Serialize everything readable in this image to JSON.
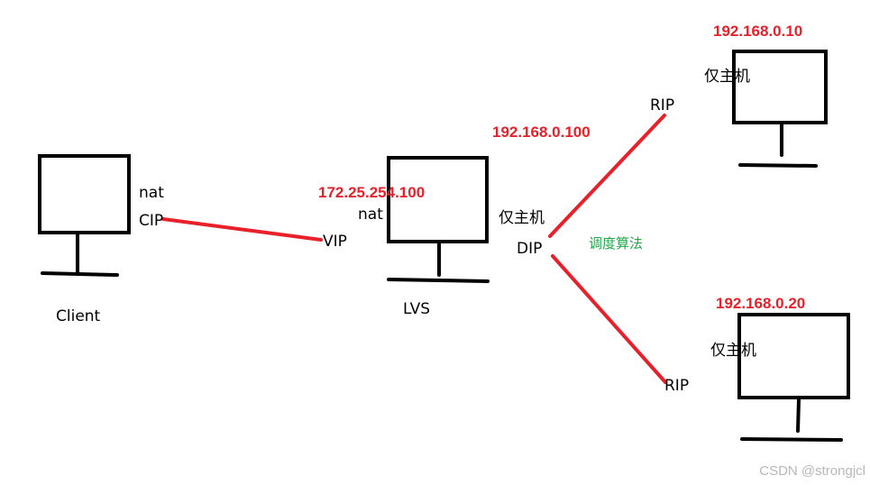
{
  "colors": {
    "stroke": "#000000",
    "link": "#e8202a",
    "ip": "#e8202a",
    "algorithm": "#1fa84a",
    "watermark": "#b8b8b8"
  },
  "client": {
    "label": "Client",
    "mode": "nat",
    "ip_label": "CIP"
  },
  "lvs": {
    "label": "LVS",
    "mode": "nat",
    "vip_label": "VIP",
    "vip_address": "172.25.254.100",
    "dip_label": "DIP",
    "dip_address": "192.168.0.100",
    "host_mode": "仅主机",
    "algorithm": "调度算法"
  },
  "servers": [
    {
      "address": "192.168.0.10",
      "host_mode": "仅主机",
      "ip_label": "RIP"
    },
    {
      "address": "192.168.0.20",
      "host_mode": "仅主机",
      "ip_label": "RIP"
    }
  ],
  "watermark": "CSDN @strongjcl"
}
